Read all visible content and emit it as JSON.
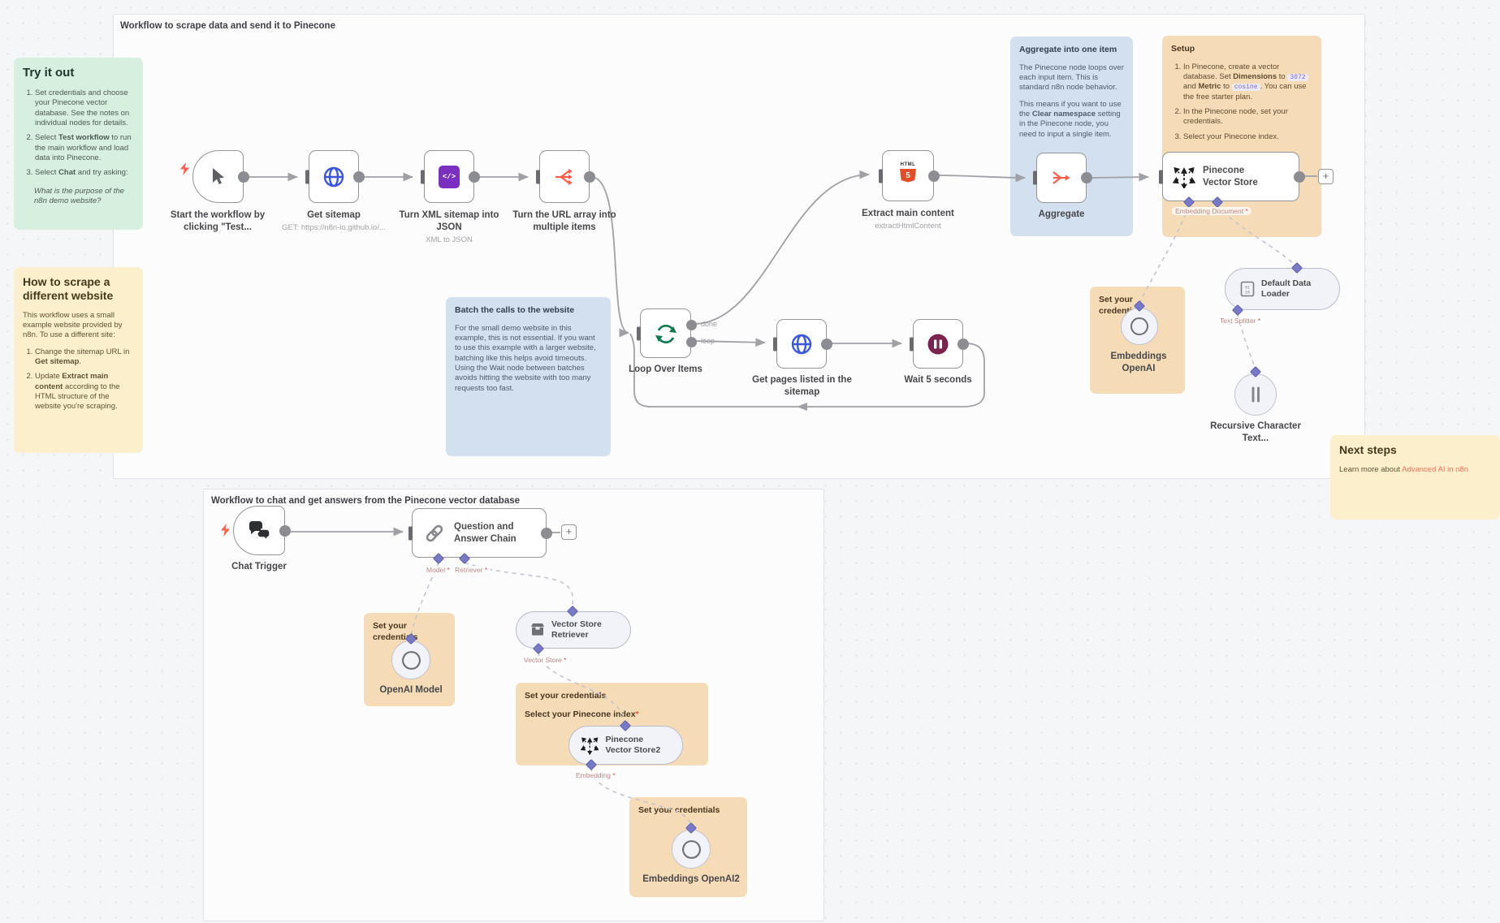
{
  "colors": {
    "accent_orange": "#ff5d49",
    "sticky_green": "#d7efdf",
    "sticky_yellow": "#fbf0cb",
    "sticky_blue": "#d3e0ef",
    "sticky_orange": "#f6dcb6",
    "port_diamond": "#787ac8",
    "link": "#ff6d5a"
  },
  "canvases": {
    "main_title": "Workflow to scrape data and send it to Pinecone",
    "chat_title": "Workflow to chat and get answers from the Pinecone vector database"
  },
  "notes": {
    "try_it_out": {
      "title": "Try it out",
      "steps": [
        {
          "pre": "Set credentials and choose your Pinecone vector database. See the notes on individual nodes for details.",
          "bold": "",
          "post": ""
        },
        {
          "pre": "Select ",
          "bold": "Test workflow",
          "post": " to run the main workflow and load data into Pinecone."
        },
        {
          "pre": "Select ",
          "bold": "Chat",
          "post": " and try asking:"
        }
      ],
      "quote": "What is the purpose of the n8n demo website?"
    },
    "scrape_different": {
      "title": "How to scrape a different website",
      "intro": "This workflow uses a small example website provided by n8n. To use a different site:",
      "steps": [
        {
          "pre": "Change the sitemap URL in ",
          "bold": "Get sitemap",
          "post": "."
        },
        {
          "pre": "Update ",
          "bold": "Extract main content",
          "post": " according to the HTML structure of the website you're scraping."
        }
      ]
    },
    "aggregate_info": {
      "title": "Aggregate into one item",
      "p1": "The Pinecone node loops over each input item. This is standard n8n node behavior.",
      "p2_pre": "This means if you want to use the ",
      "p2_bold": "Clear namespace",
      "p2_post": " setting in the Pinecone node, you need to input a single item."
    },
    "setup": {
      "title": "Setup",
      "s1_pre": "In Pinecone, create a vector database. Set ",
      "s1_b1": "Dimensions",
      "s1_m1": " to ",
      "s1_code1": "3072",
      "s1_m2": " and ",
      "s1_b2": "Metric",
      "s1_m3": " to ",
      "s1_code2": "cosine",
      "s1_post": ". You can use the free starter plan.",
      "s2": "In the Pinecone node, set your credentials.",
      "s3": "Select your Pinecone index."
    },
    "batch": {
      "title": "Batch the calls to the website",
      "body": "For the small demo website in this example, this is not essential. If you want to use this example with a larger website, batching like this helps avoid timeouts. Using the Wait node between batches avoids hitting the website with too many requests too fast."
    },
    "next_steps": {
      "title": "Next steps",
      "pre": "Learn more about ",
      "link": "Advanced AI in n8n"
    },
    "cred_embeddings1": {
      "title": "Set your credentials"
    },
    "cred_openai_model": {
      "title": "Set your credentials"
    },
    "cred_pinecone2": {
      "title": "Set your credentials",
      "subtitle": "Select your Pinecone index",
      "star": "*"
    },
    "cred_embeddings2": {
      "title": "Set your credentials"
    }
  },
  "nodes": {
    "start": {
      "label": "Start the workflow by clicking \"Test..."
    },
    "get_sitemap": {
      "label": "Get sitemap",
      "sublabel": "GET: https://n8n-io.github.io/..."
    },
    "xml_to_json": {
      "label": "Turn XML sitemap into JSON",
      "sublabel": "XML to JSON",
      "icon_text": "</>"
    },
    "url_array": {
      "label": "Turn the URL array into multiple items"
    },
    "loop": {
      "label": "Loop Over Items",
      "out_done": "done",
      "out_loop": "loop"
    },
    "get_pages": {
      "label": "Get pages listed in the sitemap"
    },
    "wait": {
      "label": "Wait 5 seconds"
    },
    "extract": {
      "label": "Extract main content",
      "sublabel": "extractHtmlContent",
      "icon_word": "HTML",
      "icon_num": "5"
    },
    "aggregate": {
      "label": "Aggregate"
    },
    "pinecone1": {
      "title": "Pinecone Vector Store",
      "port": {
        "text": "Embedding Document",
        "star": "*"
      }
    },
    "default_loader": {
      "title": "Default Data Loader",
      "port": {
        "text": "Text Splitter",
        "star": "*"
      },
      "icon_rows": "01 10"
    },
    "embeddings1": {
      "label": "Embeddings OpenAI"
    },
    "recursive": {
      "label": "Recursive Character Text..."
    },
    "chat_trigger": {
      "label": "Chat Trigger"
    },
    "qa_chain": {
      "title": "Question and Answer Chain",
      "port_model": {
        "text": "Model",
        "star": "*"
      },
      "port_retriever": {
        "text": "Retriever",
        "star": "*"
      }
    },
    "openai_model": {
      "label": "OpenAI Model"
    },
    "vs_retriever": {
      "title": "Vector Store Retriever",
      "port": {
        "text": "Vector Store",
        "star": "*"
      }
    },
    "pinecone2": {
      "title": "Pinecone Vector Store2",
      "port": {
        "text": "Embedding",
        "star": "*"
      }
    },
    "embeddings2": {
      "label": "Embeddings OpenAI2"
    }
  }
}
